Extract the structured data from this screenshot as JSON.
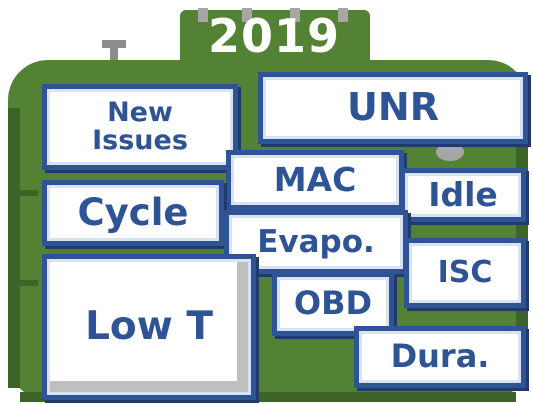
{
  "year": "2019",
  "colors": {
    "tank": "#548235",
    "tank_dark": "#3e6326",
    "box_border": "#2f5496",
    "box_text": "#2f5496",
    "box_fill": "#ffffff"
  },
  "boxes": {
    "new_issues": [
      "New",
      "Issues"
    ],
    "unr": "UNR",
    "mac": "MAC",
    "idle": "Idle",
    "cycle": "Cycle",
    "evapo": "Evapo.",
    "isc": "ISC",
    "low_t": "Low T",
    "obd": "OBD",
    "dura": "Dura."
  }
}
